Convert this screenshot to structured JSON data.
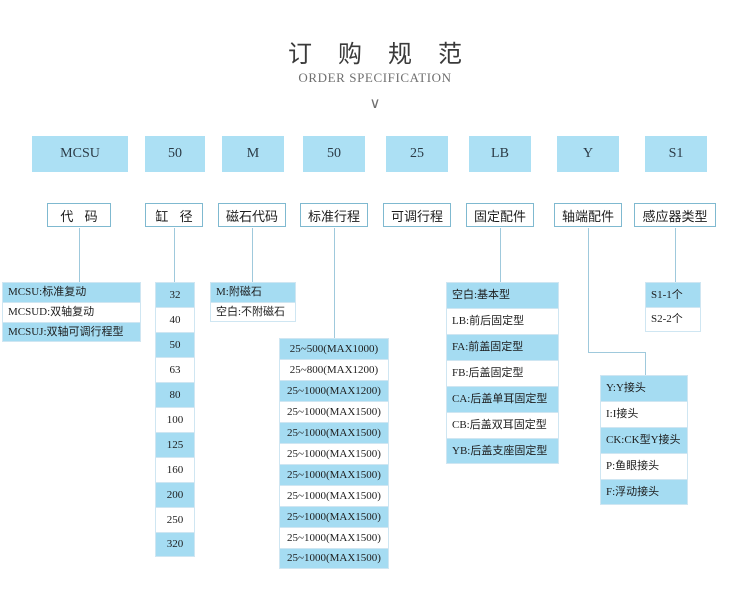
{
  "header": {
    "title_cn": "订 购 规 范",
    "title_en": "ORDER SPECIFICATION",
    "chevron": "∨"
  },
  "colors": {
    "fill_blue": "#ace0f4",
    "row_blue": "#a5dcf2",
    "border_blue": "#7fb9d0",
    "line_blue": "#9fc9dc",
    "row_border": "#cfe6f2",
    "text": "#1c1c1c",
    "title_text": "#3a3a3a",
    "subtitle_text": "#6f6f6f"
  },
  "columns": [
    {
      "code": "MCSU",
      "label": "代 码",
      "options": [
        "MCSU:标准复动",
        "MCSUD:双轴复动",
        "MCSUJ:双轴可调行程型"
      ]
    },
    {
      "code": "50",
      "label": "缸 径",
      "options": [
        "32",
        "40",
        "50",
        "63",
        "80",
        "100",
        "125",
        "160",
        "200",
        "250",
        "320"
      ]
    },
    {
      "code": "M",
      "label": "磁石代码",
      "options": [
        "M:附磁石",
        "空白:不附磁石"
      ]
    },
    {
      "code": "50",
      "label": "标准行程",
      "options": [
        "25~500(MAX1000)",
        "25~800(MAX1200)",
        "25~1000(MAX1200)",
        "25~1000(MAX1500)",
        "25~1000(MAX1500)",
        "25~1000(MAX1500)",
        "25~1000(MAX1500)",
        "25~1000(MAX1500)",
        "25~1000(MAX1500)",
        "25~1000(MAX1500)",
        "25~1000(MAX1500)"
      ]
    },
    {
      "code": "25",
      "label": "可调行程",
      "options": []
    },
    {
      "code": "LB",
      "label": "固定配件",
      "options": [
        "空白:基本型",
        "LB:前后固定型",
        "FA:前盖固定型",
        "FB:后盖固定型",
        "CA:后盖单耳固定型",
        "CB:后盖双耳固定型",
        "YB:后盖支座固定型"
      ]
    },
    {
      "code": "Y",
      "label": "轴端配件",
      "options": [
        "Y:Y接头",
        "I:I接头",
        "CK:CK型Y接头",
        "P:鱼眼接头",
        "F:浮动接头"
      ]
    },
    {
      "code": "S1",
      "label": "感应器类型",
      "options": [
        "S1-1个",
        "S2-2个"
      ]
    }
  ]
}
